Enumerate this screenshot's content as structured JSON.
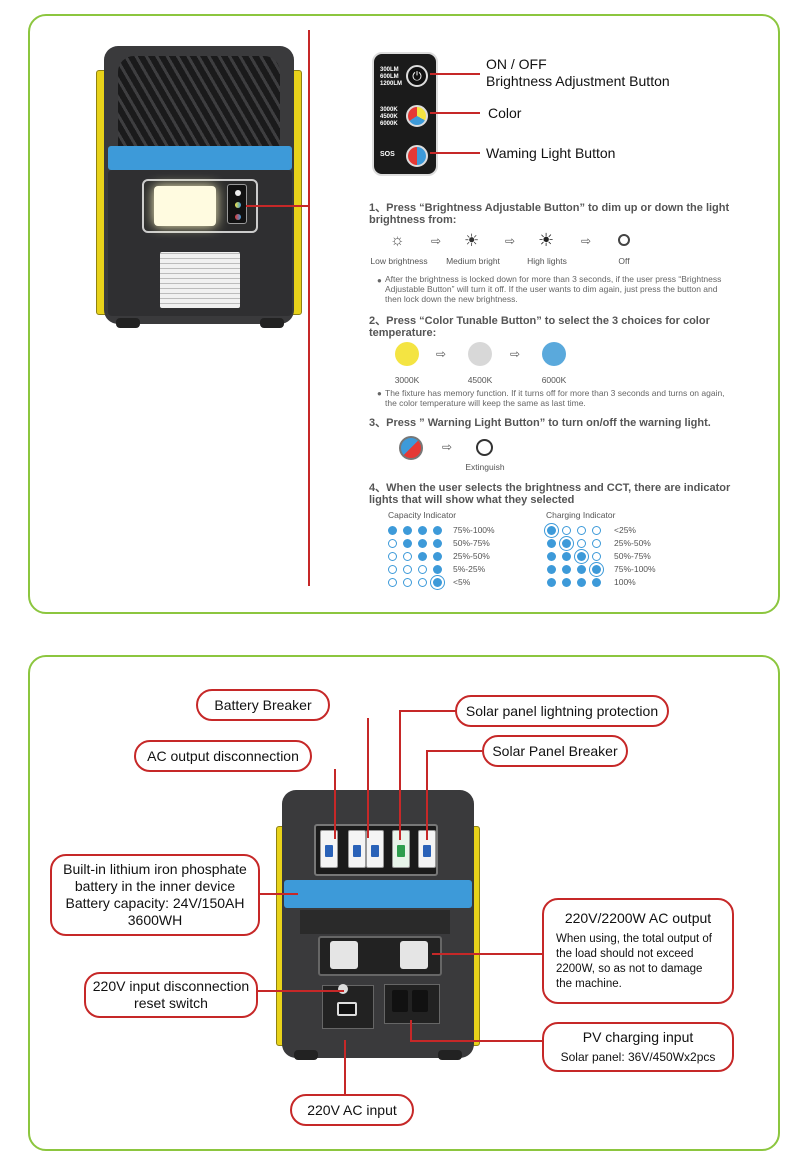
{
  "top": {
    "control_panel": {
      "brightness_levels": "300LM\n600LM\n1200LM",
      "color_levels": "3000K\n4500K\n6000K",
      "sos": "SOS"
    },
    "labels": {
      "on_off": "ON / OFF",
      "brightness_button": "Brightness Adjustment Button",
      "color": "Color",
      "warning": "Waming Light Button"
    },
    "step1": {
      "title": "1、Press “Brightness Adjustable Button” to dim up or down the light brightness from:",
      "levels": [
        "Low brightness",
        "Medium bright",
        "High lights",
        "Off"
      ],
      "note": "After the brightness is locked down for more than 3 seconds, if the user press “Brightness Adjustable Button” will turn it off. If the user wants to dim again, just press the button and then lock down the new brightness."
    },
    "step2": {
      "title": "2、Press “Color Tunable Button” to select the 3 choices for color temperature:",
      "temps": [
        "3000K",
        "4500K",
        "6000K"
      ],
      "colors": [
        "#f4e442",
        "#d8d8d8",
        "#5aa9dc"
      ],
      "note": "The fixture has memory function. If it turns off for more than 3 seconds and turns on again, the color temperature will keep the same as last time."
    },
    "step3": {
      "title": "3、Press ” Warning Light Button” to turn on/off the warning light.",
      "extinguish": "Extinguish"
    },
    "step4": {
      "title": "4、When the user selects the brightness and CCT, there are indicator lights that will show what they selected",
      "capacity_title": "Capacity Indicator",
      "charging_title": "Charging Indicator",
      "capacity": [
        {
          "dots": "ffff",
          "label": "75%-100%"
        },
        {
          "dots": "offf",
          "label": "50%-75%"
        },
        {
          "dots": "ooff",
          "label": "25%-50%"
        },
        {
          "dots": "ooof",
          "label": "5%-25%"
        },
        {
          "dots": "ooos",
          "label": "<5%"
        }
      ],
      "charging": [
        {
          "dots": "sooo",
          "label": "<25%"
        },
        {
          "dots": "fsoo",
          "label": "25%-50%"
        },
        {
          "dots": "ffso",
          "label": "50%-75%"
        },
        {
          "dots": "fffs",
          "label": "75%-100%"
        },
        {
          "dots": "ffff",
          "label": "100%"
        }
      ]
    }
  },
  "bottom": {
    "battery_breaker": "Battery Breaker",
    "solar_lightning": "Solar panel lightning protection",
    "ac_output_disconnection": "AC output disconnection",
    "solar_breaker": "Solar Panel Breaker",
    "battery_info": [
      "Built-in lithium iron phosphate",
      "battery in the inner device",
      "Battery capacity: 24V/150AH",
      "3600WH"
    ],
    "ac_output_title": "220V/2200W AC output",
    "ac_output_desc": "When using, the total output of the load should not exceed 2200W, so as not to damage the machine.",
    "input_reset": [
      "220V input disconnection",
      "reset switch"
    ],
    "pv_title": "PV charging input",
    "pv_desc": "Solar panel: 36V/450Wx2pcs",
    "ac_input": "220V AC input"
  }
}
